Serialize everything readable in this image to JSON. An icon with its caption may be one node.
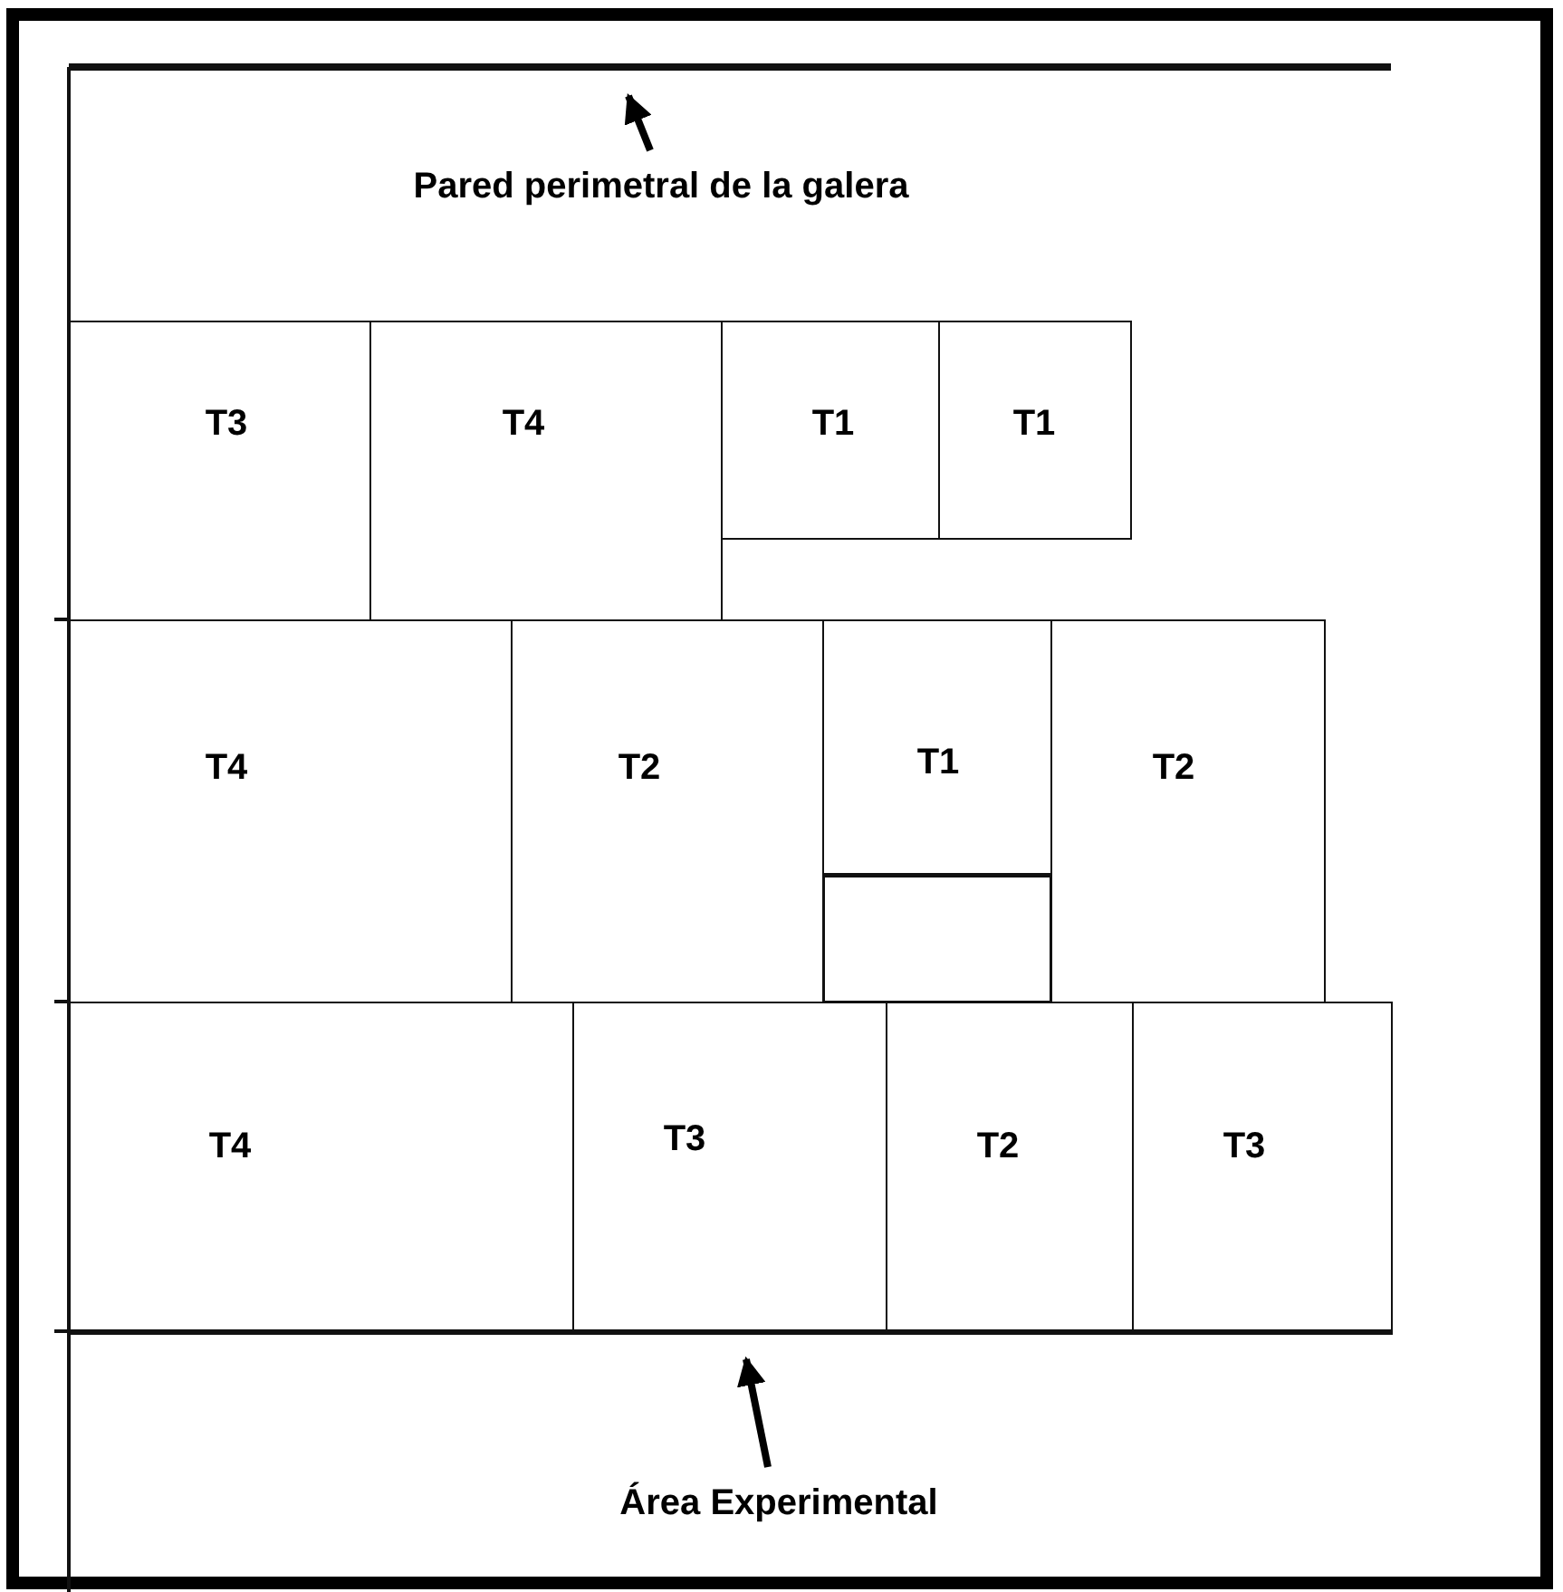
{
  "diagram": {
    "nodes": [
      {
        "text": [],
        "shape": "bar"
      },
      {
        "text": [
          "Pared perimetral de la galera"
        ]
      },
      {
        "text": [
          "T3"
        ]
      },
      {
        "text": [
          "T4"
        ]
      },
      {
        "text": [
          "T1"
        ]
      },
      {
        "text": [
          "T1"
        ]
      },
      {
        "text": [
          "T4"
        ]
      },
      {
        "text": [
          "T2"
        ]
      },
      {
        "text": [
          "T1"
        ]
      },
      {
        "text": [
          "T2"
        ]
      },
      {
        "text": [],
        "shape": "box"
      },
      {
        "text": [
          "T4"
        ]
      },
      {
        "text": [
          "T3"
        ]
      },
      {
        "text": [
          "T2"
        ]
      },
      {
        "text": [
          "T3"
        ]
      },
      {
        "text": [],
        "shape": "bar"
      },
      {
        "text": [
          "Área Experimental"
        ]
      }
    ],
    "edges": [
      {
        "from": 1,
        "to": 0,
        "arrow": "to"
      },
      {
        "from": 16,
        "to": 15,
        "arrow": "to"
      }
    ]
  }
}
